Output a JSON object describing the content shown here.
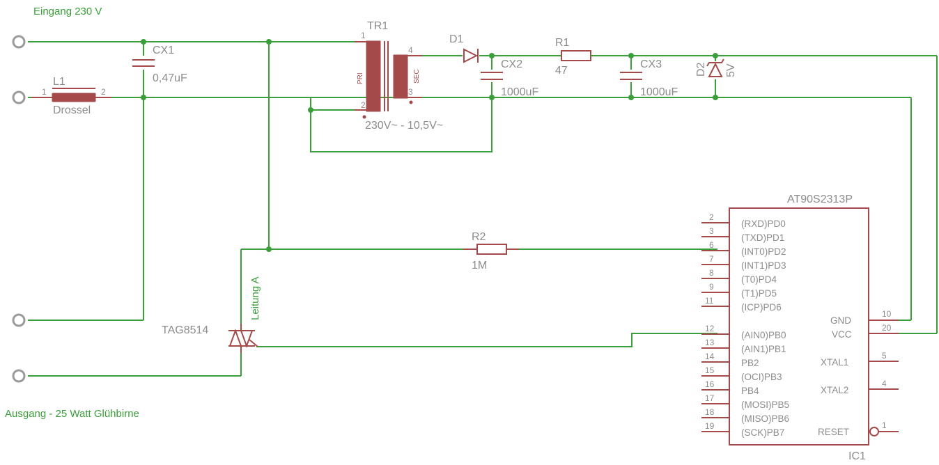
{
  "labels": {
    "input": "Eingang 230 V",
    "output": "Ausgang - 25 Watt Glühbirne",
    "line_a": "Leitung A"
  },
  "components": {
    "cx1": {
      "name": "CX1",
      "value": "0,47uF"
    },
    "l1": {
      "name": "L1",
      "value": "Drossel",
      "pin1": "1",
      "pin2": "2"
    },
    "tr1": {
      "name": "TR1",
      "ratio": "230V~ - 10,5V~",
      "pri": "PRI",
      "sec": "SEC",
      "pin1": "1",
      "pin2": "2",
      "pin3": "3",
      "pin4": "4"
    },
    "d1": {
      "name": "D1"
    },
    "cx2": {
      "name": "CX2",
      "value": "1000uF"
    },
    "r1": {
      "name": "R1",
      "value": "47"
    },
    "cx3": {
      "name": "CX3",
      "value": "1000uF"
    },
    "d2": {
      "name": "D2",
      "value": "5V"
    },
    "r2": {
      "name": "R2",
      "value": "1M"
    },
    "triac": {
      "name": "TAG8514"
    }
  },
  "ic1": {
    "part": "AT90S2313P",
    "name": "IC1",
    "left_pins": [
      {
        "num": "2",
        "label": "(RXD)PD0"
      },
      {
        "num": "3",
        "label": "(TXD)PD1"
      },
      {
        "num": "6",
        "label": "(INT0)PD2"
      },
      {
        "num": "7",
        "label": "(INT1)PD3"
      },
      {
        "num": "8",
        "label": "(T0)PD4"
      },
      {
        "num": "9",
        "label": "(T1)PD5"
      },
      {
        "num": "11",
        "label": "(ICP)PD6"
      },
      {
        "num": "12",
        "label": "(AIN0)PB0"
      },
      {
        "num": "13",
        "label": "(AIN1)PB1"
      },
      {
        "num": "14",
        "label": "PB2"
      },
      {
        "num": "15",
        "label": "(OCI)PB3"
      },
      {
        "num": "16",
        "label": "PB4"
      },
      {
        "num": "17",
        "label": "(MOSI)PB5"
      },
      {
        "num": "18",
        "label": "(MISO)PB6"
      },
      {
        "num": "19",
        "label": "(SCK)PB7"
      }
    ],
    "right_pins": [
      {
        "num": "10",
        "label": "GND"
      },
      {
        "num": "20",
        "label": "VCC"
      },
      {
        "num": "5",
        "label": "XTAL1"
      },
      {
        "num": "4",
        "label": "XTAL2"
      },
      {
        "num": "1",
        "label": "RESET"
      }
    ]
  },
  "colors": {
    "wire": "#3a9e3a",
    "symbol": "#a54a4a",
    "text": "#8c8c8c",
    "pad": "#9a9a9a"
  }
}
